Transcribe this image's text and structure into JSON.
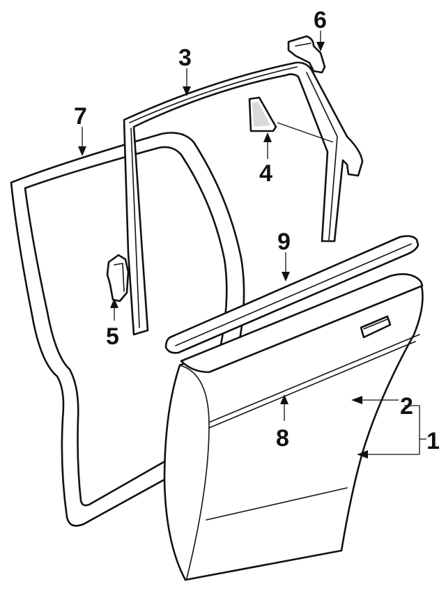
{
  "diagram": {
    "colors": {
      "line": "#111111",
      "background": "#ffffff"
    },
    "callouts": [
      {
        "key": "c1",
        "label": "1"
      },
      {
        "key": "c2",
        "label": "2"
      },
      {
        "key": "c3",
        "label": "3"
      },
      {
        "key": "c4",
        "label": "4"
      },
      {
        "key": "c5",
        "label": "5"
      },
      {
        "key": "c6",
        "label": "6"
      },
      {
        "key": "c7",
        "label": "7"
      },
      {
        "key": "c8",
        "label": "8"
      },
      {
        "key": "c9",
        "label": "9"
      }
    ]
  }
}
